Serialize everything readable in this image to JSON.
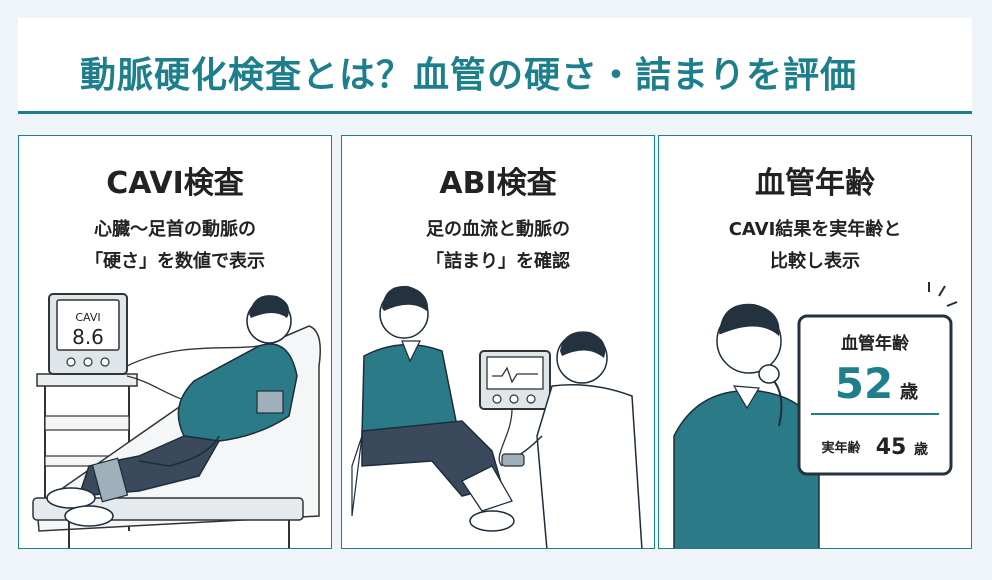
{
  "header": {
    "title": "動脈硬化検査とは？血管の硬さ・詰まりを評価"
  },
  "panels": [
    {
      "title": "CAVI検査",
      "desc_line1": "心臓〜足首の動脈の",
      "desc_line2": "「硬さ」を数値で表示",
      "monitor_label": "CAVI",
      "monitor_value": "8.6"
    },
    {
      "title": "ABI検査",
      "desc_line1": "足の血流と動脈の",
      "desc_line2": "「詰まり」を確認"
    },
    {
      "title": "血管年齢",
      "desc_line1": "CAVI結果を実年齢と",
      "desc_line2": "比較し表示",
      "card_label": "血管年齢",
      "card_value": "52",
      "card_unit": "歳",
      "actual_label": "実年齢",
      "actual_value": "45",
      "actual_unit": "歳"
    }
  ],
  "colors": {
    "accent": "#1e7f8c",
    "sweater": "#2b7a87",
    "pants": "#3a4a5c",
    "hair": "#24313f"
  }
}
